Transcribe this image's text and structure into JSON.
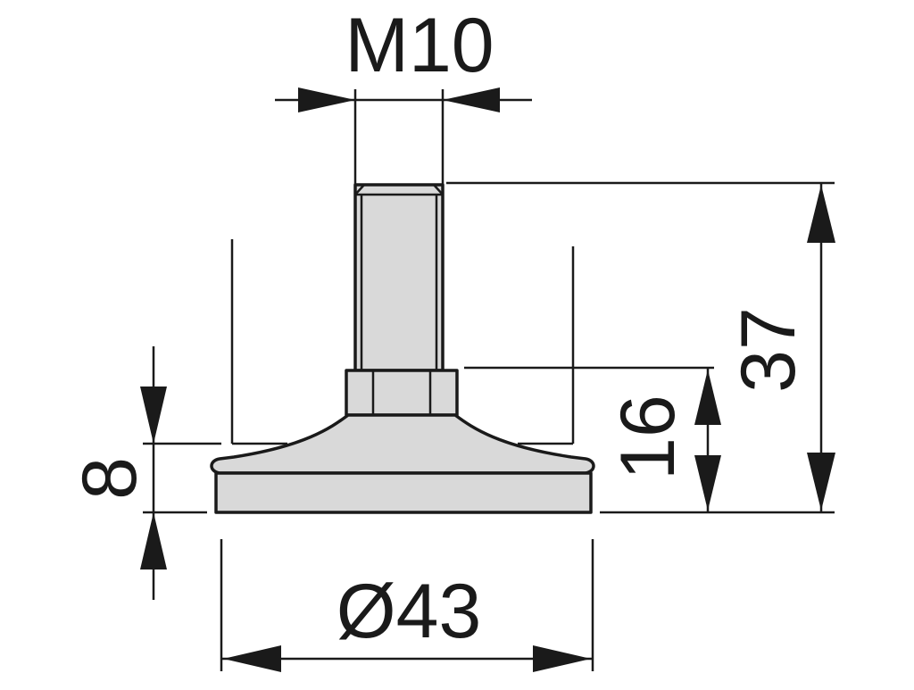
{
  "drawing": {
    "dimensions": {
      "thread": "M10",
      "total_height": "37",
      "body_height": "16",
      "base_height": "8",
      "base_diameter": "Ø43"
    },
    "colors": {
      "line": "#1a1a1a",
      "fill": "#d9d9d9",
      "background": "#ffffff"
    }
  }
}
